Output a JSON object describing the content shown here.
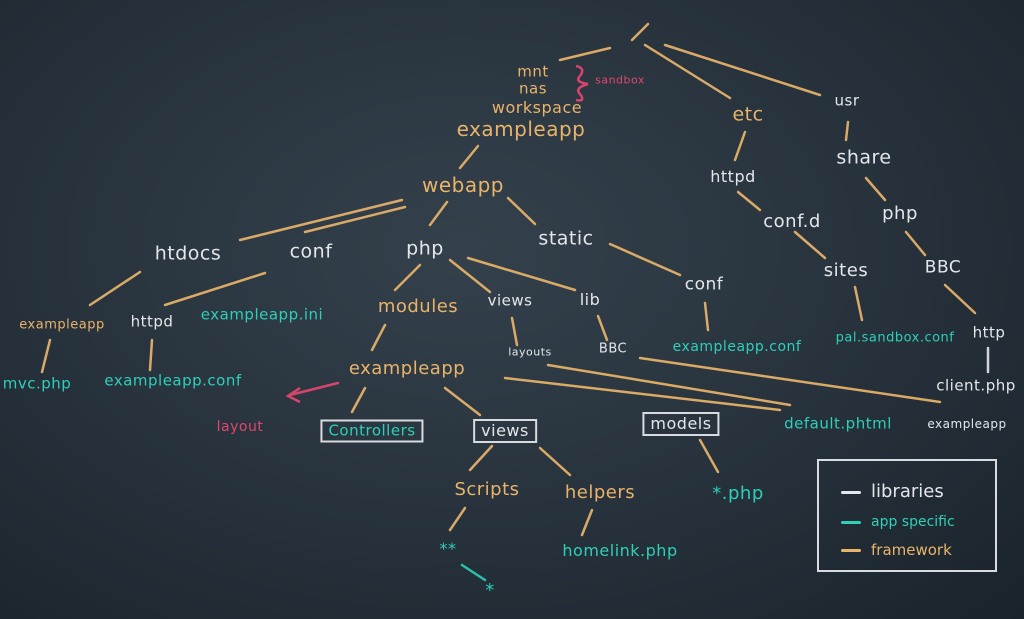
{
  "colors": {
    "framework": "#e9b46a",
    "app_specific": "#2fcfb8",
    "libraries": "#e4e7ea",
    "annotation": "#e0466e"
  },
  "nodes": {
    "mnt": "mnt",
    "nas": "nas",
    "workspace": "workspace",
    "sandbox": "sandbox",
    "exampleapp_root": "exampleapp",
    "etc": "etc",
    "usr": "usr",
    "webapp": "webapp",
    "httpd_etc": "httpd",
    "share": "share",
    "htdocs": "htdocs",
    "conf_webapp": "conf",
    "php_webapp": "php",
    "static": "static",
    "conf_d": "conf.d",
    "php_usr": "php",
    "sites": "sites",
    "bbc_usr": "BBC",
    "exampleapp_htdocs": "exampleapp",
    "httpd_conf": "httpd",
    "exampleapp_ini": "exampleapp.ini",
    "modules": "modules",
    "views_php": "views",
    "lib": "lib",
    "conf_static": "conf",
    "exampleapp_conf_static": "exampleapp.conf",
    "pal_sandbox_conf": "pal.sandbox.conf",
    "http_bbc": "http",
    "mvc_php": "mvc.php",
    "exampleapp_conf_httpd": "exampleapp.conf",
    "exampleapp_module": "exampleapp",
    "layouts": "layouts",
    "bbc_lib": "BBC",
    "client_php": "client.php",
    "layout": "layout",
    "controllers": "Controllers",
    "views_module": "views",
    "models": "models",
    "default_phtml": "default.phtml",
    "exampleapp_client": "exampleapp",
    "scripts": "Scripts",
    "helpers": "helpers",
    "star_php": "*.php",
    "star_star": "**",
    "star": "*",
    "homelink_php": "homelink.php"
  },
  "legend": {
    "libraries": "libraries",
    "app_specific": "app specific",
    "framework": "framework"
  }
}
